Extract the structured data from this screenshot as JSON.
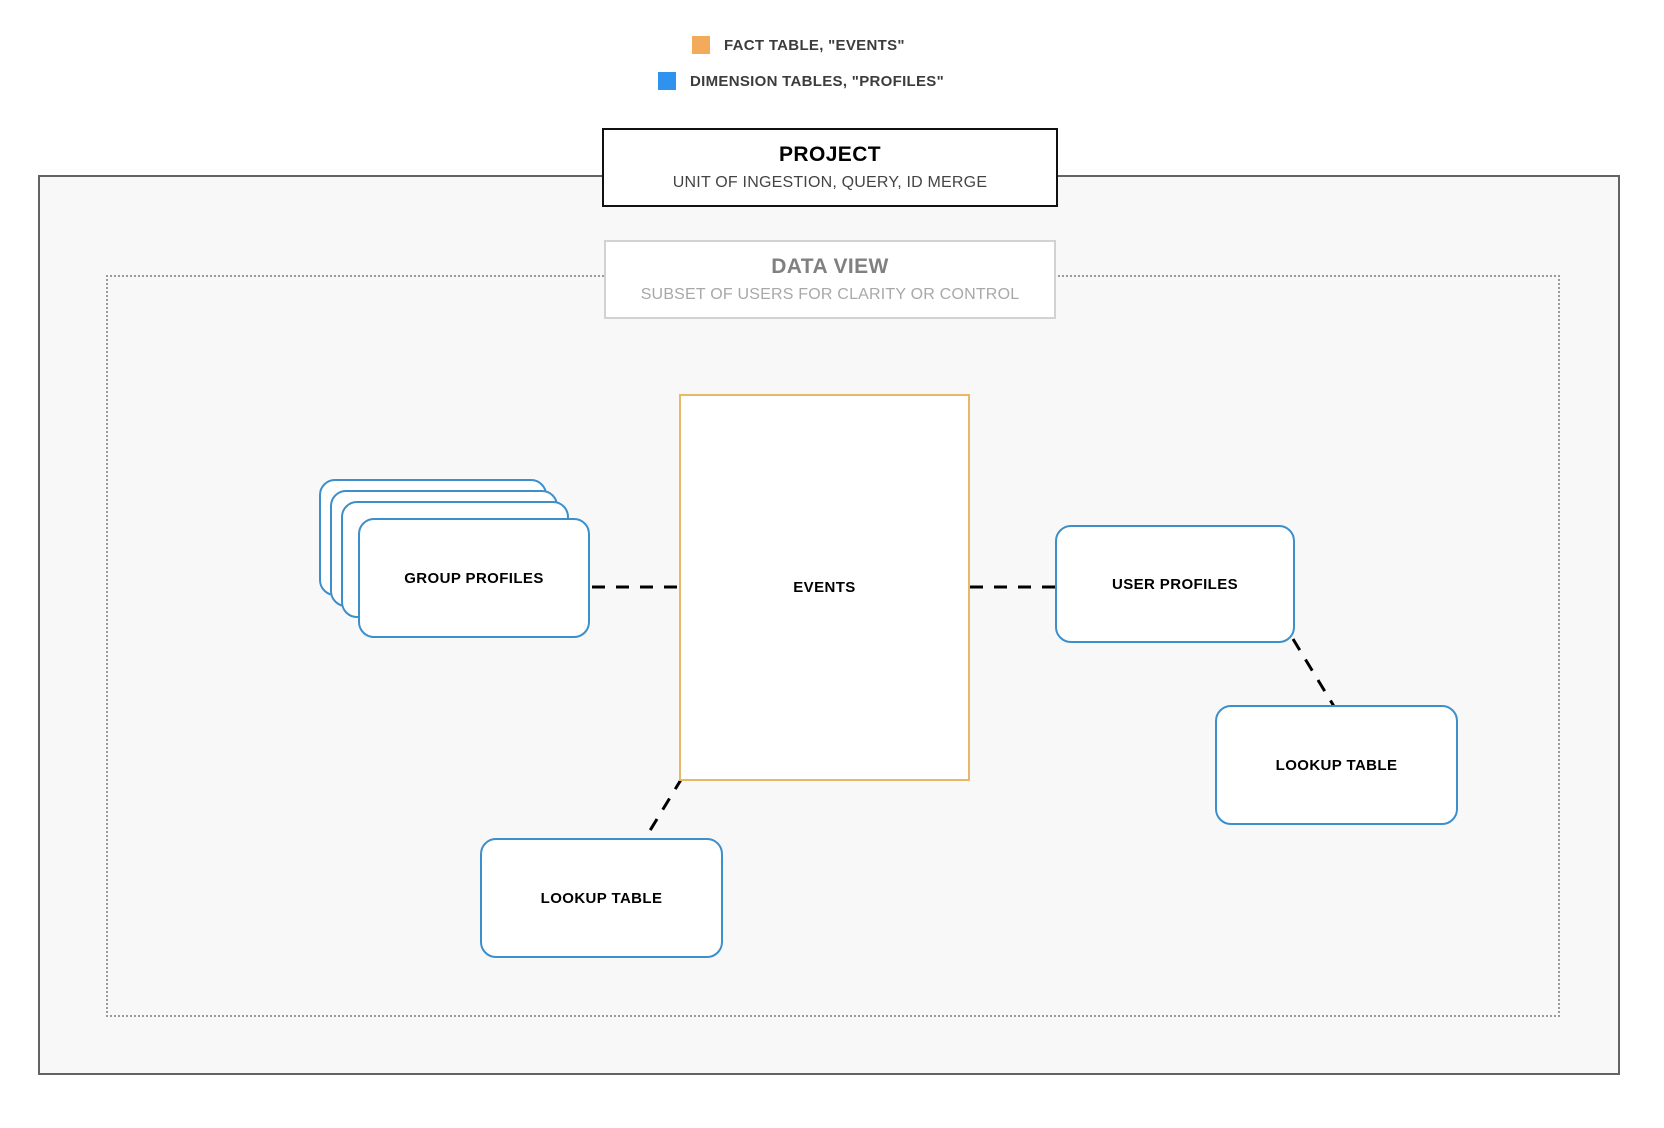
{
  "legend": {
    "items": [
      {
        "icon": "orange-square-swatch",
        "color": "#f2ab5b",
        "label": "FACT TABLE, \"EVENTS\""
      },
      {
        "icon": "blue-square-swatch",
        "color": "#2e93ef",
        "label": "DIMENSION TABLES, \"PROFILES\""
      }
    ]
  },
  "project": {
    "title": "PROJECT",
    "subtitle": "UNIT OF INGESTION, QUERY, ID MERGE"
  },
  "data_view": {
    "title": "DATA VIEW",
    "subtitle": "SUBSET OF USERS FOR CLARITY OR CONTROL"
  },
  "entities": {
    "events": {
      "label": "EVENTS",
      "kind": "fact-table",
      "color": "#e8b767"
    },
    "group_profiles": {
      "label": "GROUP PROFILES",
      "kind": "dimension-table",
      "color": "#3d8fcc"
    },
    "user_profiles": {
      "label": "USER PROFILES",
      "kind": "dimension-table",
      "color": "#3d8fcc"
    },
    "lookup_table_left": {
      "label": "LOOKUP TABLE",
      "kind": "dimension-table",
      "color": "#3d8fcc"
    },
    "lookup_table_right": {
      "label": "LOOKUP TABLE",
      "kind": "dimension-table",
      "color": "#3d8fcc"
    }
  },
  "connections": [
    {
      "from": "group_profiles",
      "to": "events",
      "style": "dashed"
    },
    {
      "from": "events",
      "to": "user_profiles",
      "style": "dashed"
    },
    {
      "from": "events",
      "to": "lookup_table_left",
      "style": "dashed"
    },
    {
      "from": "user_profiles",
      "to": "lookup_table_right",
      "style": "dashed"
    }
  ]
}
